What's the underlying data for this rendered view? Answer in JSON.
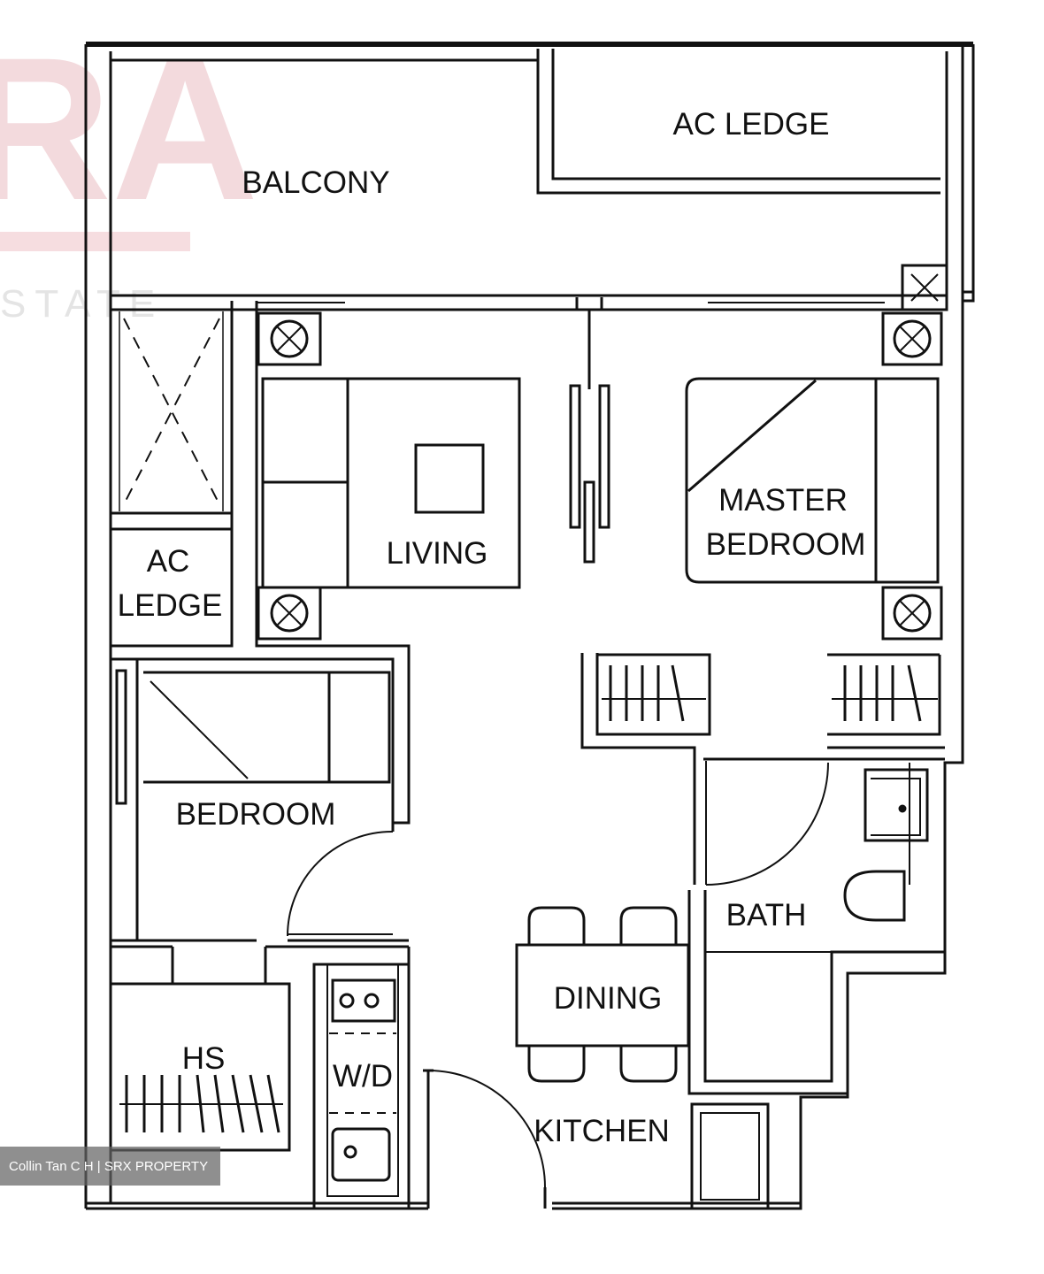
{
  "watermark": {
    "letters": "RA",
    "text": "STATE",
    "brand_color": "#d9303f"
  },
  "rooms": {
    "balcony": "BALCONY",
    "ac_ledge_top": "AC LEDGE",
    "ac_ledge_side_line1": "AC",
    "ac_ledge_side_line2": "LEDGE",
    "living": "LIVING",
    "master_bedroom_line1": "MASTER",
    "master_bedroom_line2": "BEDROOM",
    "bedroom": "BEDROOM",
    "bath": "BATH",
    "dining": "DINING",
    "hs": "HS",
    "wd": "W/D",
    "kitchen": "KITCHEN"
  },
  "credit": "Collin Tan C H | SRX PROPERTY",
  "colors": {
    "wall": "#111111",
    "line": "#222222",
    "background": "#ffffff"
  }
}
